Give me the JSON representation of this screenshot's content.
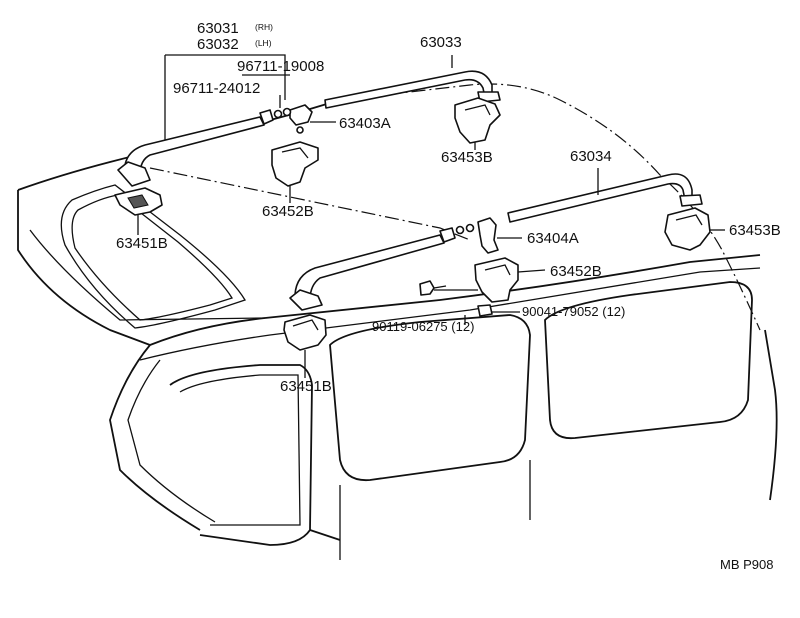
{
  "parts": {
    "p63031": "63031",
    "p63031_side": "(RH)",
    "p63032": "63032",
    "p63032_side": "(LH)",
    "p96711_19008": "96711-19008",
    "p96711_24012": "96711-24012",
    "p63403A": "63403A",
    "p63033": "63033",
    "p63453B_top": "63453B",
    "p63452B_left": "63452B",
    "p63451B_left": "63451B",
    "p63034": "63034",
    "p63453B_right": "63453B",
    "p63404A": "63404A",
    "p63452B_right": "63452B",
    "p90041": "90041-79052 (12)",
    "p90119": "90119-06275 (12)",
    "p63451B_bottom": "63451B"
  },
  "reference_code": "MB P908",
  "colors": {
    "ink": "#111111",
    "background": "#ffffff"
  }
}
